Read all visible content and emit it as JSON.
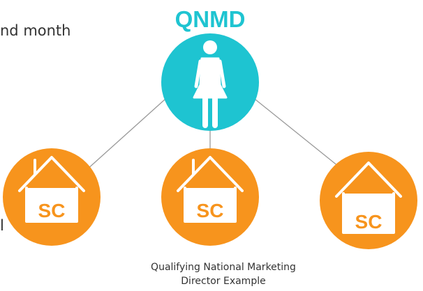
{
  "body_text": {
    "line1_fragment": "nd month",
    "line2_fragment": "l"
  },
  "diagram": {
    "root": {
      "title": "QNMD",
      "icon": "woman-icon"
    },
    "children": [
      {
        "label": "SC",
        "icon": "house-icon"
      },
      {
        "label": "SC",
        "icon": "house-icon"
      },
      {
        "label": "SC",
        "icon": "house-icon"
      }
    ]
  },
  "caption": {
    "line1": "Qualifying National Marketing",
    "line2": "Director Example"
  },
  "colors": {
    "root": "#1ec4d1",
    "child": "#f7941d",
    "title": "#1ec4d1",
    "connector": "#999999"
  }
}
